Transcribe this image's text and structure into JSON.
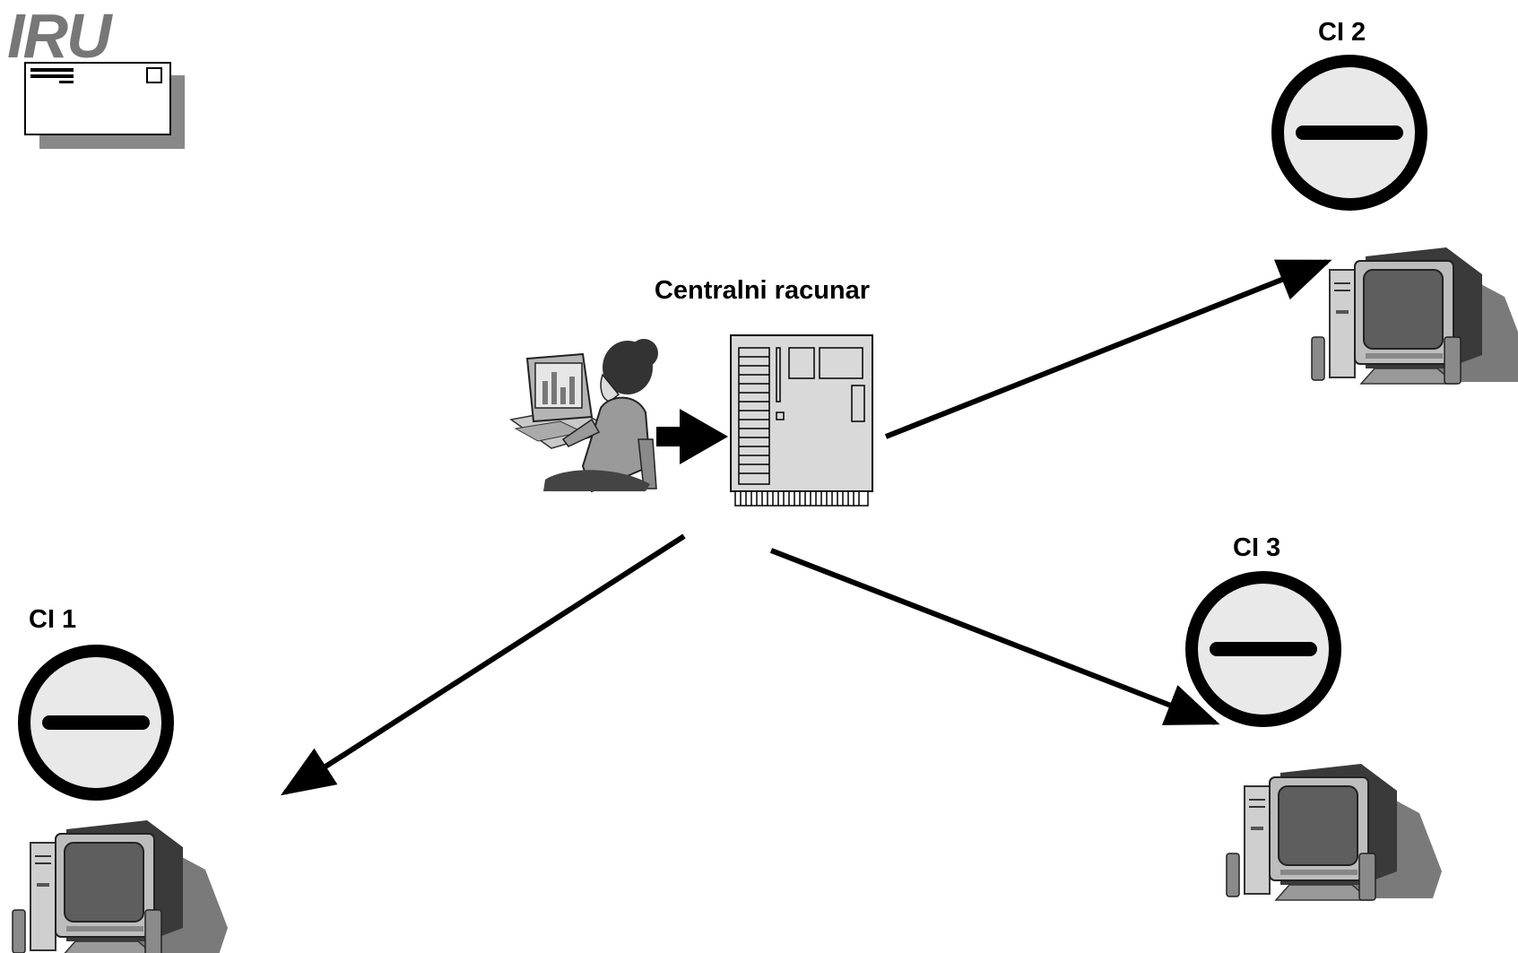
{
  "logo": {
    "text": "IRU"
  },
  "central": {
    "label": "Centralni racunar"
  },
  "nodes": [
    {
      "label": "CI 1"
    },
    {
      "label": "CI 2"
    },
    {
      "label": "CI 3"
    }
  ],
  "colors": {
    "ink": "#000000",
    "logo_gray": "#777777",
    "sign_fill": "#e9e9e9",
    "server_fill": "#d9d9d9",
    "shadow": "#888888",
    "monitor_body": "#b8b8b8",
    "monitor_screen": "#666666"
  },
  "icons": {
    "logo": "iru-logo",
    "envelope": "envelope-icon",
    "operator": "operator-at-computer-icon",
    "server": "server-cabinet-icon",
    "no_entry": "no-entry-sign-icon",
    "workstation": "desktop-computer-icon"
  }
}
